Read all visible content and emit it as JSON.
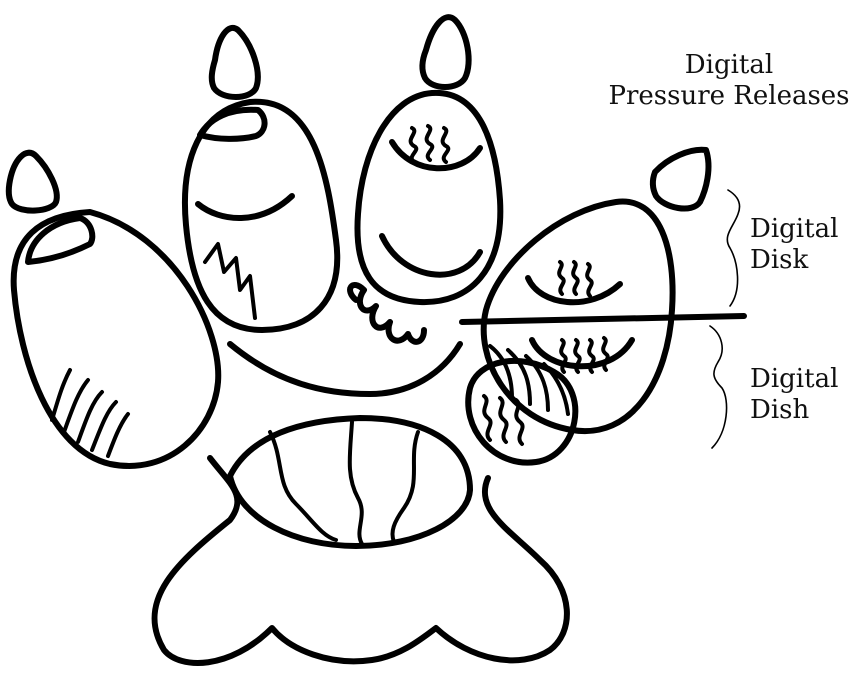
{
  "labels": {
    "pressure_line1": "Digital",
    "pressure_line2": "Pressure Releases",
    "disk_line1": "Digital",
    "disk_line2": "Disk",
    "dish_line1": "Digital",
    "dish_line2": "Dish"
  },
  "colors": {
    "ink": "#000000",
    "background": "#ffffff"
  }
}
